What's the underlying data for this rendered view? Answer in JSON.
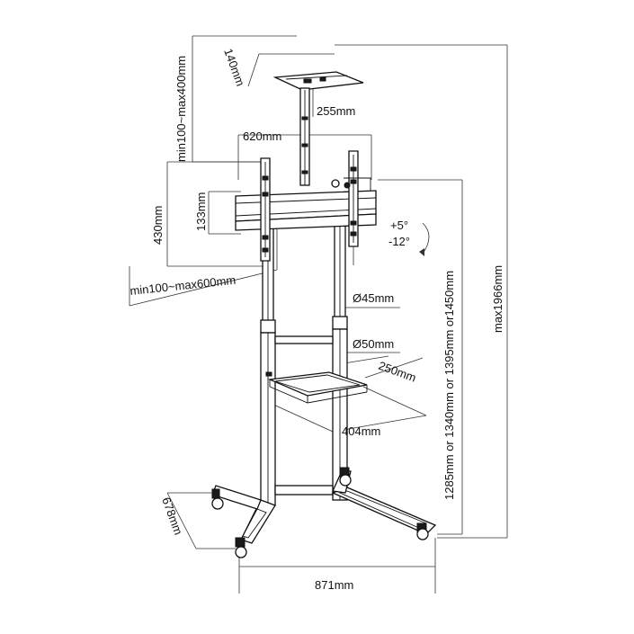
{
  "dimensions": {
    "tray_depth": "140mm",
    "height_range_top": "min100~max400mm",
    "arm_length": "255mm",
    "bracket_width": "620mm",
    "bracket_height": "430mm",
    "plate_height": "133mm",
    "tilt_up": "+5°",
    "tilt_down": "-12°",
    "vesa_range": "min100~max600mm",
    "pole_top_diameter": "Ø45mm",
    "pole_bottom_diameter": "Ø50mm",
    "shelf_depth": "250mm",
    "shelf_width": "404mm",
    "mount_heights": "1285mm or 1340mm or 1395mm or1450mm",
    "total_height": "max1966mm",
    "base_depth": "678mm",
    "base_width": "871mm"
  }
}
